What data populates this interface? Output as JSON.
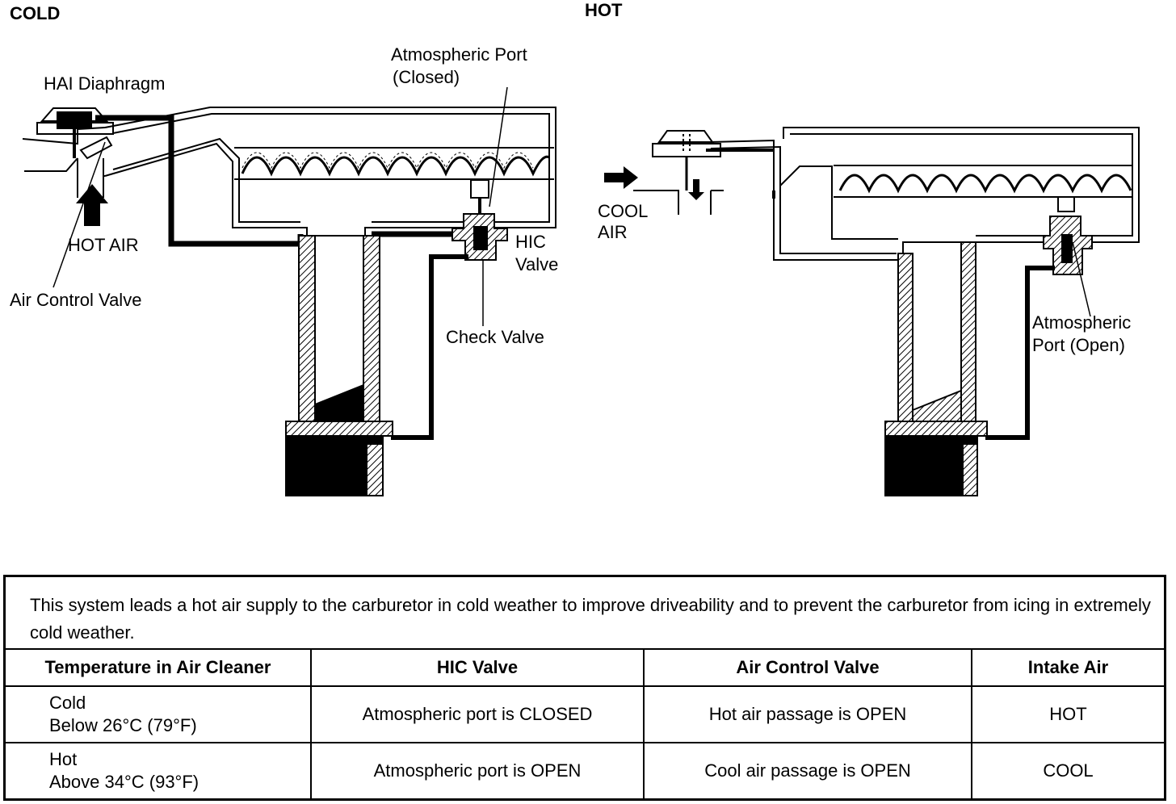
{
  "panels": {
    "cold": {
      "heading": "COLD",
      "labels": {
        "hai_diaphragm": "HAI Diaphragm",
        "atmospheric_port": "Atmospheric Port",
        "atmospheric_port_state": "(Closed)",
        "hot_air": "HOT AIR",
        "air_control_valve": "Air Control Valve",
        "hic_valve_line1": "HIC",
        "hic_valve_line2": "Valve",
        "check_valve": "Check Valve"
      }
    },
    "hot": {
      "heading": "HOT",
      "labels": {
        "cool_air_line1": "COOL",
        "cool_air_line2": "AIR",
        "atmospheric_port_line1": "Atmospheric",
        "atmospheric_port_line2": "Port (Open)"
      }
    }
  },
  "description": "This system leads a hot air supply to the carburetor in cold weather to improve driveability and to prevent the carburetor from icing in extremely cold weather.",
  "table": {
    "headers": [
      "Temperature in Air Cleaner",
      "HIC Valve",
      "Air Control Valve",
      "Intake Air"
    ],
    "rows": [
      {
        "temp": "Cold",
        "range": "Below 26°C (79°F)",
        "hic": "Atmospheric port is CLOSED",
        "acv": "Hot air passage is OPEN",
        "intake": "HOT"
      },
      {
        "temp": "Hot",
        "range": "Above 34°C (93°F)",
        "hic": "Atmospheric port is OPEN",
        "acv": "Cool air passage is OPEN",
        "intake": "COOL"
      }
    ]
  }
}
